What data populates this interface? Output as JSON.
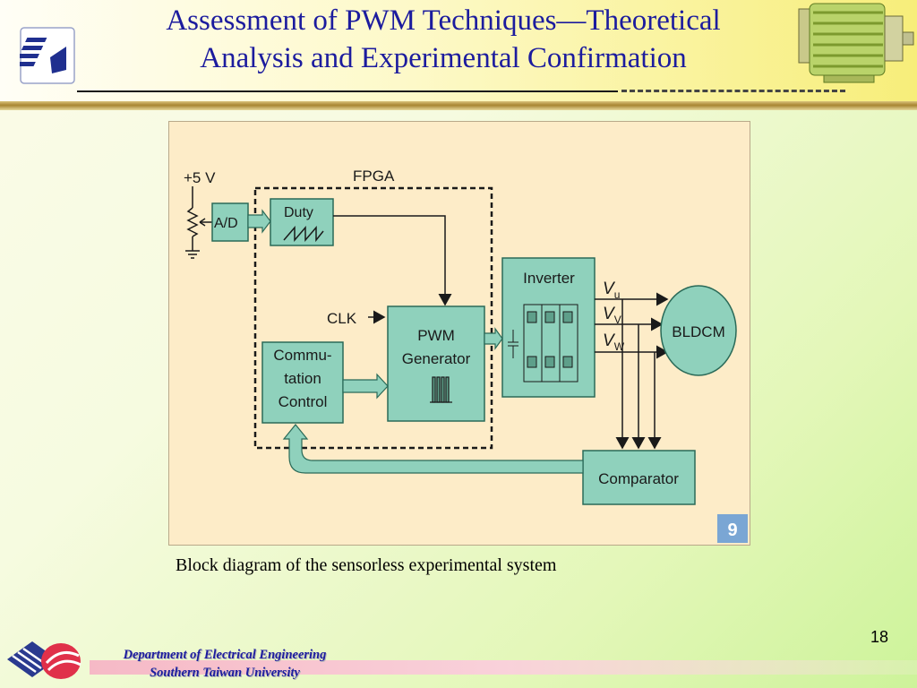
{
  "slide": {
    "title_line1": "Assessment of  PWM Techniques—Theoretical",
    "title_line2": "Analysis and Experimental Confirmation",
    "caption": "Block diagram of the sensorless experimental system",
    "page_number": "18",
    "footer_line1": "Department of Electrical Engineering",
    "footer_line2": "Southern Taiwan University"
  },
  "diagram": {
    "supply": "+5 V",
    "fpga": "FPGA",
    "ad": "A/D",
    "duty": "Duty",
    "clk": "CLK",
    "pwm_line1": "PWM",
    "pwm_line2": "Generator",
    "commutation_line1": "Commu-",
    "commutation_line2": "tation",
    "commutation_line3": "Control",
    "inverter": "Inverter",
    "vu_main": "V",
    "vu_sub": "u",
    "vv_main": "V",
    "vv_sub": "V",
    "vw_main": "V",
    "vw_sub": "W",
    "motor": "BLDCM",
    "comparator": "Comparator",
    "figure_badge": "9"
  },
  "colors": {
    "title": "#1c1c9e",
    "block_fill": "#8fd1bc",
    "block_stroke": "#2a6a58",
    "diagram_bg": "#fdecc8",
    "badge": "#7aa6d4"
  },
  "icons": {
    "top_logo": "university-logo-icon",
    "motor_picture": "motor-icon",
    "bottom_logo": "department-logo-icon"
  }
}
